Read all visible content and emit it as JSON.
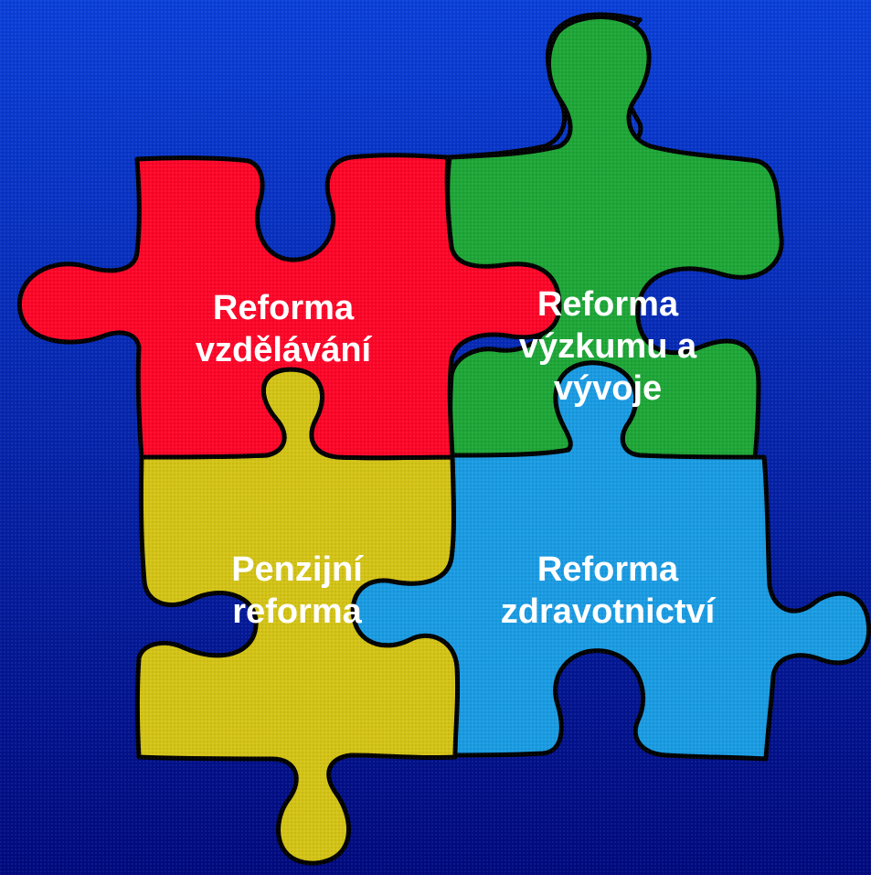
{
  "colors": {
    "background_top": "#0a3fd8",
    "background_bottom": "#010a7e",
    "outline": "#000000",
    "text": "#ffffff"
  },
  "pieces": [
    {
      "id": "education",
      "color": "#fc0628",
      "lines": [
        "Reforma",
        "vzdělávání"
      ]
    },
    {
      "id": "research",
      "color": "#1ea637",
      "lines": [
        "Reforma",
        "výzkumu a",
        "vývoje"
      ]
    },
    {
      "id": "pension",
      "color": "#d3c316",
      "lines": [
        "Penzijní",
        "reforma"
      ]
    },
    {
      "id": "healthcare",
      "color": "#1a9be2",
      "lines": [
        "Reforma",
        "zdravotnictví"
      ]
    }
  ]
}
